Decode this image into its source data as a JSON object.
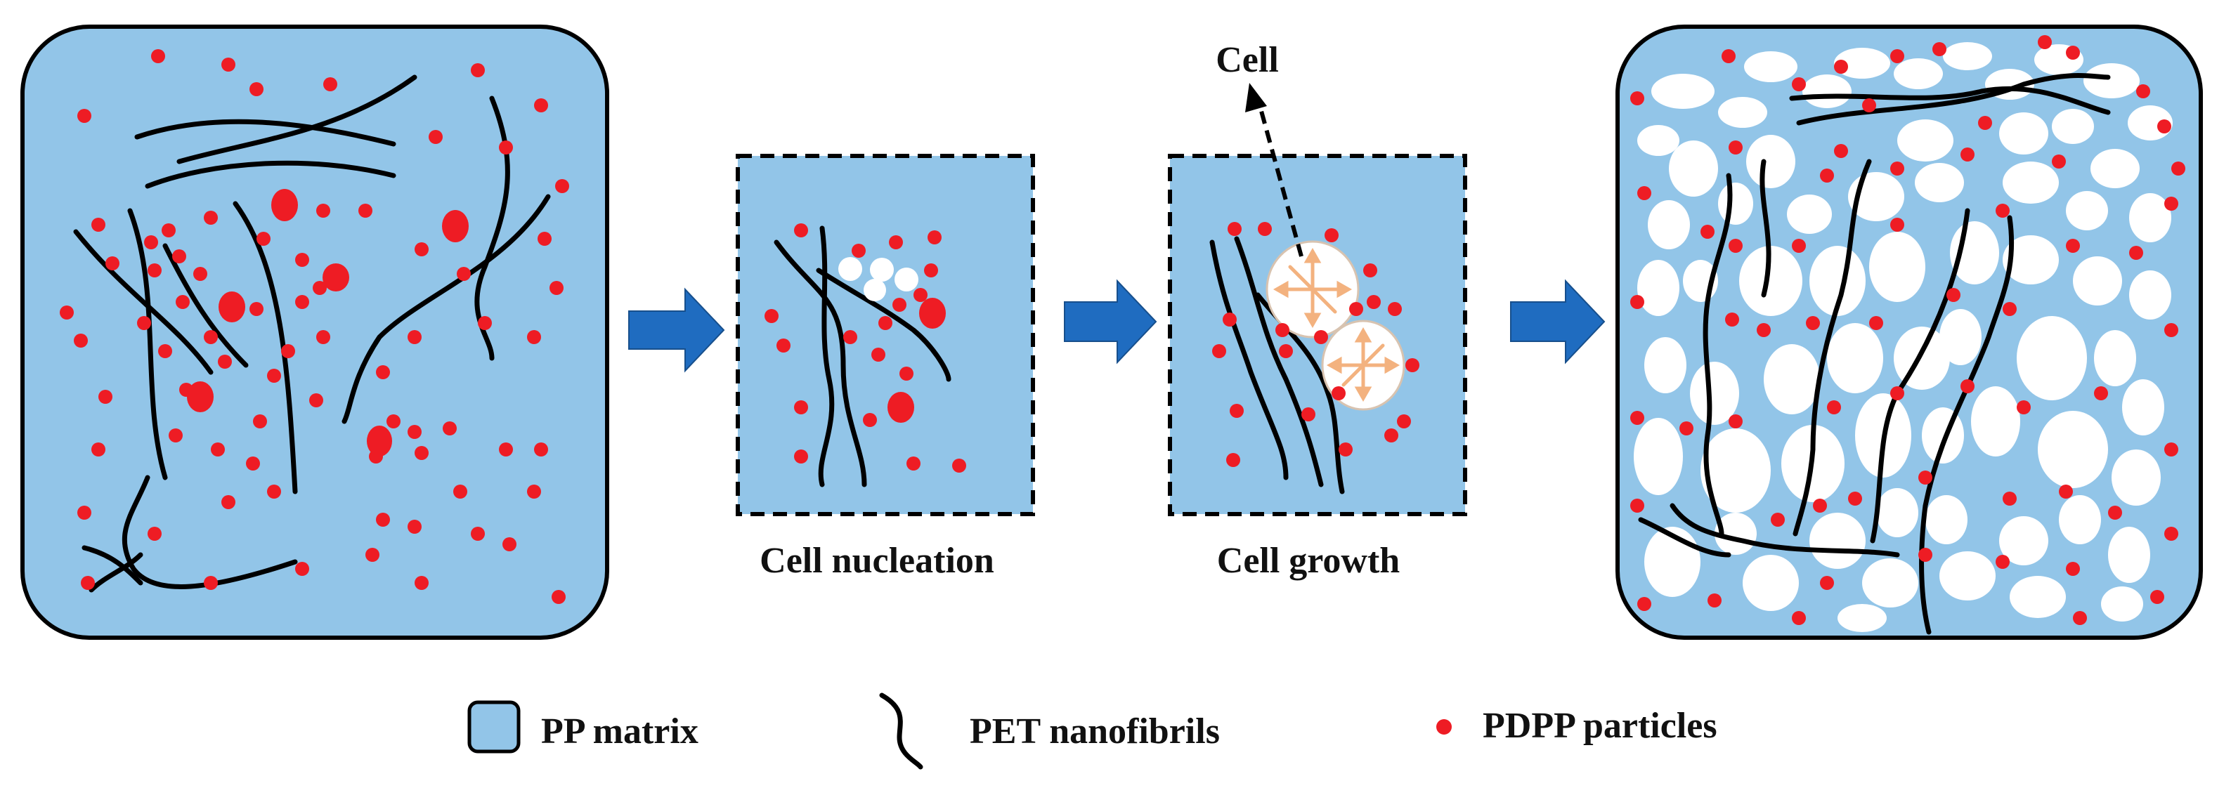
{
  "labels": {
    "cell": "Cell",
    "cell_nucleation": "Cell nucleation",
    "cell_growth": "Cell growth"
  },
  "legend": {
    "pp_matrix": "PP matrix",
    "pet_nanofibrils": "PET nanofibrils",
    "pdpp_particles": "PDPP particles"
  },
  "colors": {
    "matrix_fill": "#92c5e8",
    "particle": "#ee1c24",
    "fiber": "#000000",
    "arrow": "#1f6cc0",
    "cell": "#ffffff",
    "growth_arrow": "#f3b27f"
  },
  "icons": {
    "process_arrow": "right-block-arrow",
    "cell_pointer": "dashed-arrow-up"
  }
}
